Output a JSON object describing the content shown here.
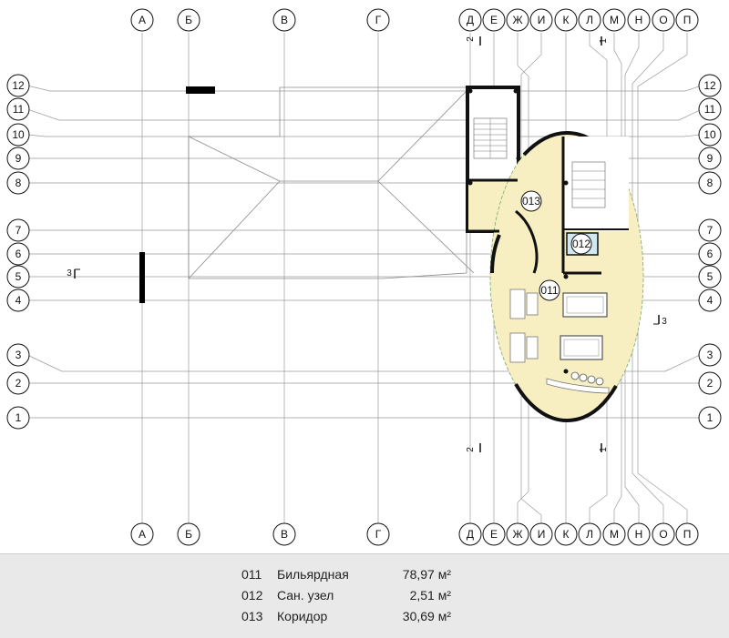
{
  "axes_letters": [
    "А",
    "Б",
    "В",
    "Г",
    "Д",
    "Е",
    "Ж",
    "И",
    "К",
    "Л",
    "М",
    "Н",
    "О",
    "П"
  ],
  "axes_numbers": [
    "1",
    "2",
    "3",
    "4",
    "5",
    "6",
    "7",
    "8",
    "9",
    "10",
    "11",
    "12"
  ],
  "room_tags": [
    "011",
    "012",
    "013"
  ],
  "section_marks": {
    "s2": "2",
    "s1": "1",
    "s3": "3"
  },
  "colors": {
    "room_fill": "#f7efc2",
    "room_fill_light": "#fbf5d8",
    "wall": "#111111",
    "grid": "#9a9a9a",
    "legend_bg": "#e9e9e9",
    "room012_fill": "#cfe9f2"
  },
  "legend": [
    {
      "code": "011",
      "name": "Бильярдная",
      "area": "78,97 м²"
    },
    {
      "code": "012",
      "name": "Сан. узел",
      "area": "2,51 м²"
    },
    {
      "code": "013",
      "name": "Коридор",
      "area": "30,69 м²"
    }
  ]
}
